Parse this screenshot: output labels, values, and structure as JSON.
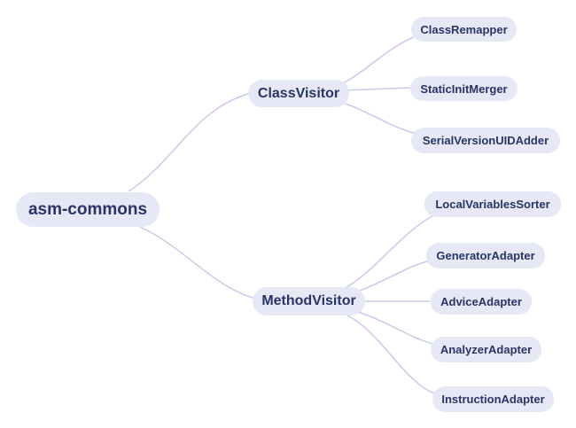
{
  "mindmap": {
    "root": "asm-commons",
    "branches": [
      {
        "label": "ClassVisitor",
        "children": [
          "ClassRemapper",
          "StaticInitMerger",
          "SerialVersionUIDAdder"
        ]
      },
      {
        "label": "MethodVisitor",
        "children": [
          "LocalVariablesSorter",
          "GeneratorAdapter",
          "AdviceAdapter",
          "AnalyzerAdapter",
          "InstructionAdapter"
        ]
      }
    ],
    "colors": {
      "node_fill": "#e6e8f6",
      "text": "#283566",
      "connector": "#c7cbe8",
      "background": "#ffffff"
    }
  }
}
